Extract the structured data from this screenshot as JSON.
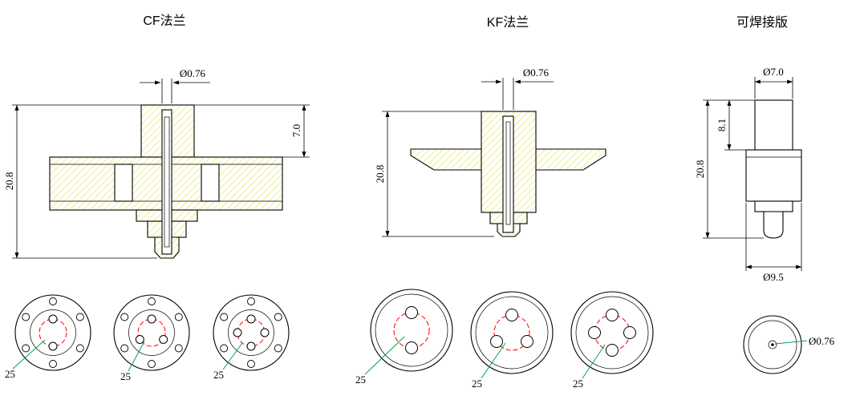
{
  "titles": {
    "cf": "CF法兰",
    "kf": "KF法兰",
    "weldable": "可焊接版"
  },
  "cf": {
    "dim_bore": "Ø0.76",
    "dim_top_height": "7.0",
    "dim_total_height": "20.8",
    "end_views": [
      {
        "label": "25"
      },
      {
        "label": "25"
      },
      {
        "label": "25"
      }
    ]
  },
  "kf": {
    "dim_bore": "Ø0.76",
    "dim_total_height": "20.8",
    "end_views": [
      {
        "label": "25"
      },
      {
        "label": "25"
      },
      {
        "label": "25"
      }
    ]
  },
  "weldable": {
    "dim_top_diameter": "Ø7.0",
    "dim_top_height": "8.1",
    "dim_total_height": "20.8",
    "dim_body_diameter": "Ø9.5",
    "dim_bore": "Ø0.76"
  },
  "colors": {
    "hatch": "#EAE868",
    "outline": "#000000",
    "pin_circle": "#FF0000",
    "leader": "#00A651"
  }
}
